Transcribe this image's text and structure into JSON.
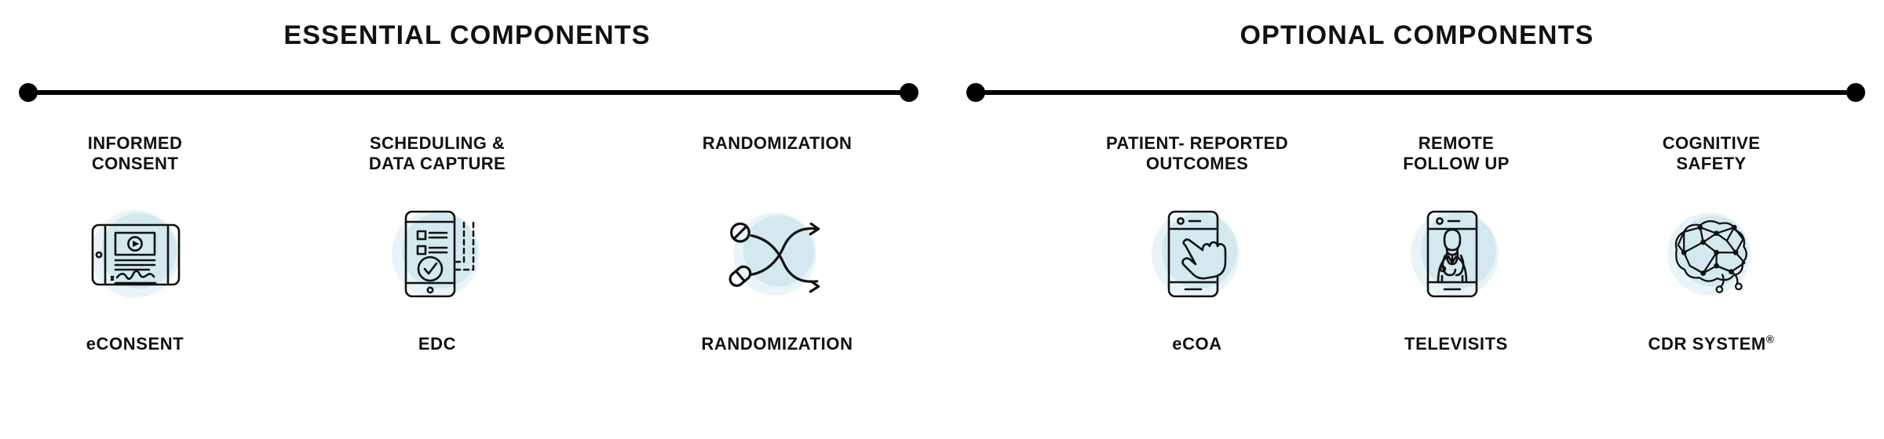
{
  "sections": [
    {
      "id": "essential",
      "title": "ESSENTIAL COMPONENTS"
    },
    {
      "id": "optional",
      "title": "OPTIONAL COMPONENTS"
    }
  ],
  "colors": {
    "rule": "#000000",
    "dot": "#000000",
    "text": "#111111",
    "icon_stroke": "#111111",
    "circle_outer": "#e8f4f7",
    "circle_inner": "#d3e9ef",
    "background": "#ffffff"
  },
  "columns": [
    {
      "section": "essential",
      "top_label": "INFORMED\nCONSENT",
      "icon": "econsent-tablet-signature-icon",
      "bottom_label": "eCONSENT",
      "bottom_trademark": ""
    },
    {
      "section": "essential",
      "top_label": "SCHEDULING &\nDATA CAPTURE",
      "icon": "edc-checklist-phone-icon",
      "bottom_label": "EDC",
      "bottom_trademark": ""
    },
    {
      "section": "essential",
      "top_label": "RANDOMIZATION",
      "icon": "randomization-crossing-arrows-pills-icon",
      "bottom_label": "RANDOMIZATION",
      "bottom_trademark": ""
    },
    {
      "section": "optional",
      "top_label": "PATIENT- REPORTED\nOUTCOMES",
      "icon": "ecoa-hand-tapping-phone-icon",
      "bottom_label": "eCOA",
      "bottom_trademark": ""
    },
    {
      "section": "optional",
      "top_label": "REMOTE\nFOLLOW UP",
      "icon": "televisit-doctor-phone-icon",
      "bottom_label": "TELEVISITS",
      "bottom_trademark": ""
    },
    {
      "section": "optional",
      "top_label": "COGNITIVE\nSAFETY",
      "icon": "cdr-brain-network-icon",
      "bottom_label": "CDR SYSTEM",
      "bottom_trademark": "®"
    }
  ]
}
